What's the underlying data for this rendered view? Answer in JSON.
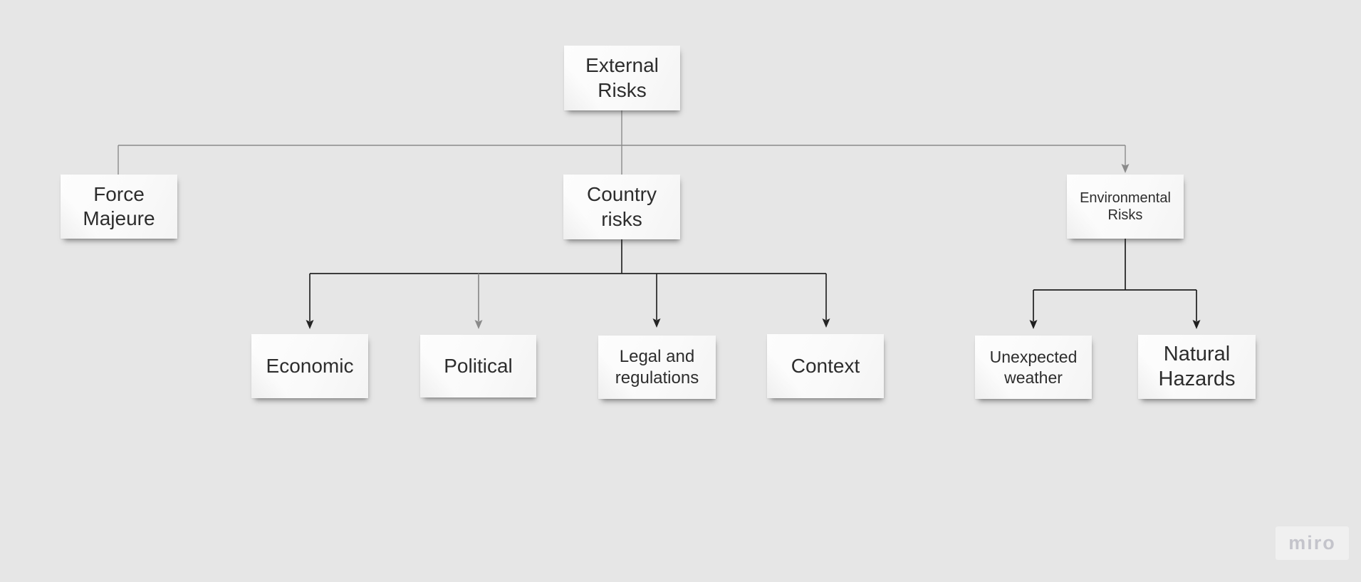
{
  "board": {
    "app": "miro",
    "background_color": "#e6e6e6",
    "watermark_label": "miro"
  },
  "colors": {
    "note_background": "#fafafa",
    "note_text": "#2d2d2d",
    "connector_gray": "#8a8a8a",
    "connector_dark": "#242424",
    "watermark_text": "#c4c4cb",
    "watermark_background": "#f0f0f0"
  },
  "nodes": {
    "external_risks": {
      "label": "External\nRisks"
    },
    "force_majeure": {
      "label": "Force\nMajeure"
    },
    "country_risks": {
      "label": "Country\nrisks"
    },
    "environmental_risks": {
      "label": "Environmental\nRisks"
    },
    "economic": {
      "label": "Economic"
    },
    "political": {
      "label": "Political"
    },
    "legal_regulations": {
      "label": "Legal and\nregulations"
    },
    "context": {
      "label": "Context"
    },
    "unexpected_weather": {
      "label": "Unexpected\nweather"
    },
    "natural_hazards": {
      "label": "Natural\nHazards"
    }
  },
  "chart_data": {
    "type": "diagram",
    "title": "External Risks mind map",
    "root": "External Risks",
    "edges": [
      {
        "from": "External Risks",
        "to": "Force Majeure",
        "line_color": "gray",
        "arrowhead": false
      },
      {
        "from": "External Risks",
        "to": "Country risks",
        "line_color": "gray",
        "arrowhead": false
      },
      {
        "from": "External Risks",
        "to": "Environmental Risks",
        "line_color": "gray",
        "arrowhead": true
      },
      {
        "from": "Country risks",
        "to": "Economic",
        "line_color": "dark",
        "arrowhead": true
      },
      {
        "from": "Country risks",
        "to": "Political",
        "line_color": "gray",
        "arrowhead": true
      },
      {
        "from": "Country risks",
        "to": "Legal and regulations",
        "line_color": "dark",
        "arrowhead": true
      },
      {
        "from": "Country risks",
        "to": "Context",
        "line_color": "dark",
        "arrowhead": true
      },
      {
        "from": "Environmental Risks",
        "to": "Unexpected weather",
        "line_color": "dark",
        "arrowhead": true
      },
      {
        "from": "Environmental Risks",
        "to": "Natural Hazards",
        "line_color": "dark",
        "arrowhead": true
      }
    ]
  }
}
